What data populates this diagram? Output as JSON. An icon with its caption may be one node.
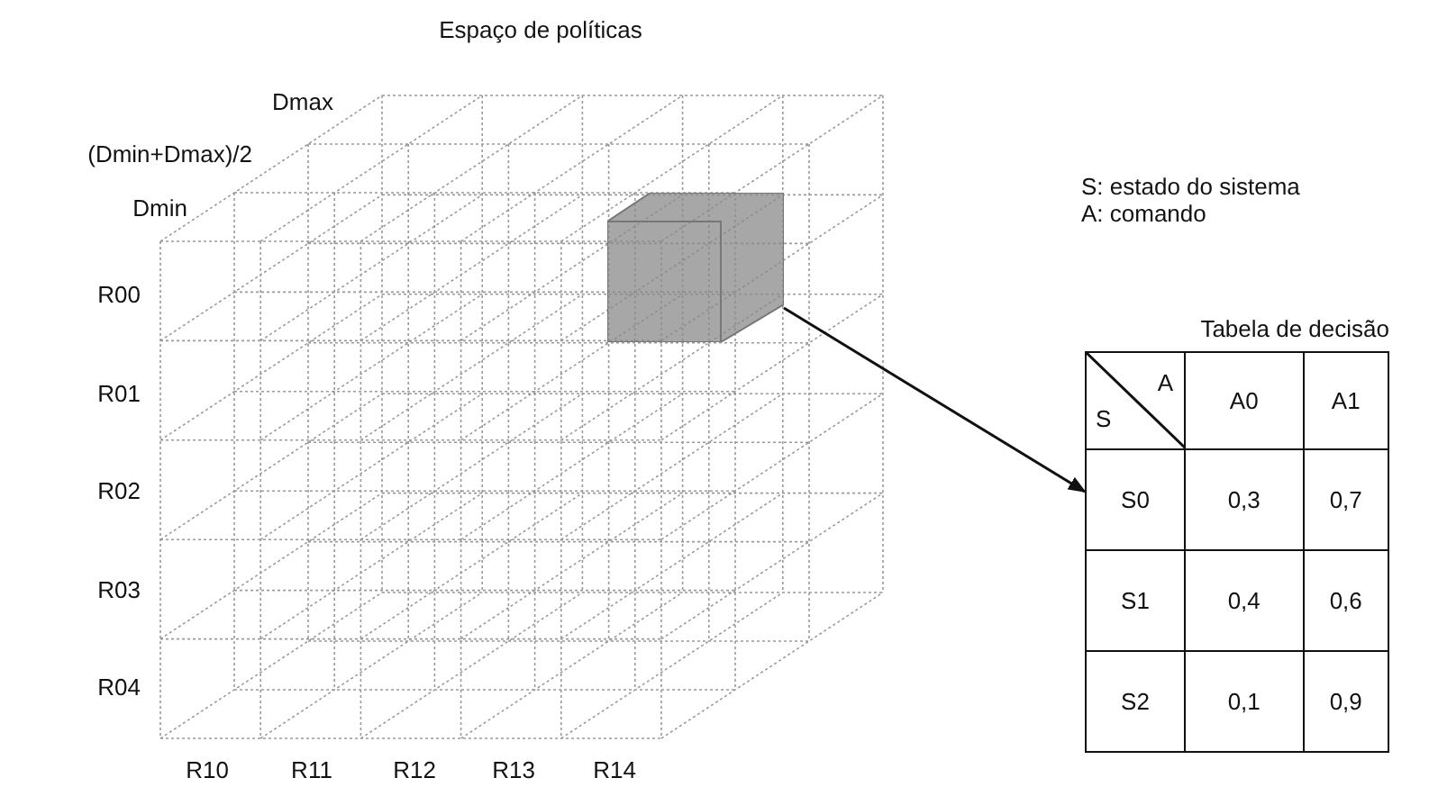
{
  "diagram": {
    "title": "Espaço de políticas",
    "nodes": [
      {
        "text": [],
        "shape": "box"
      },
      {
        "text": [
          "Tabela de decisão"
        ]
      }
    ],
    "edges": [
      {
        "from": 0,
        "to": 1,
        "arrow": "to"
      }
    ],
    "labels": [
      "Dmax",
      "(Dmin+Dmax)/2",
      "Dmin",
      "R00",
      "R01",
      "R02",
      "R03",
      "R04",
      "R10",
      "R11",
      "R12",
      "R13",
      "R14",
      "S: estado do sistema",
      "A: comando",
      "A",
      "S",
      "A0",
      "A1",
      "S0",
      "0,3",
      "0,7",
      "S1",
      "0,4",
      "0,6",
      "S2",
      "0,1",
      "0,9"
    ]
  }
}
